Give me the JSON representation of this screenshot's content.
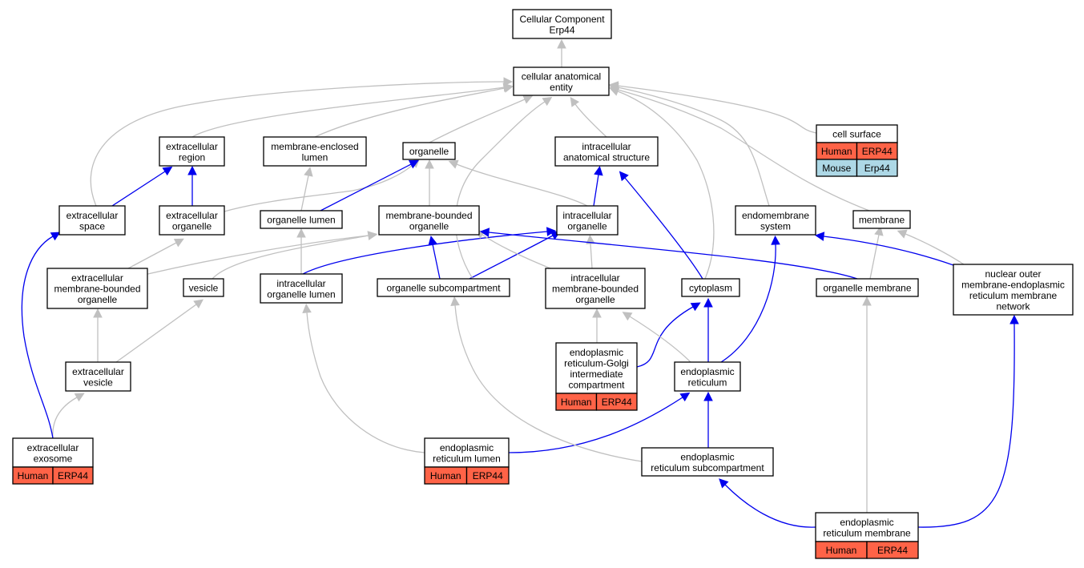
{
  "colors": {
    "is_a": "#c0c0c0",
    "part_of": "#0000ee",
    "human": "#ff6347",
    "mouse": "#add8e6"
  },
  "nodes": {
    "root": {
      "lines": [
        "Cellular Component",
        "Erp44"
      ]
    },
    "cae": {
      "lines": [
        "cellular anatomical",
        "entity"
      ]
    },
    "extreg": {
      "lines": [
        "extracellular",
        "region"
      ]
    },
    "mel": {
      "lines": [
        "membrane-enclosed",
        "lumen"
      ]
    },
    "organelle": {
      "lines": [
        "organelle"
      ]
    },
    "ias": {
      "lines": [
        "intracellular",
        "anatomical structure"
      ]
    },
    "cellsurf": {
      "lines": [
        "cell surface"
      ],
      "annotations": [
        {
          "species": "Human",
          "gene": "ERP44",
          "color": "human"
        },
        {
          "species": "Mouse",
          "gene": "Erp44",
          "color": "mouse"
        }
      ]
    },
    "extspace": {
      "lines": [
        "extracellular",
        "space"
      ]
    },
    "extorg": {
      "lines": [
        "extracellular",
        "organelle"
      ]
    },
    "orglumen": {
      "lines": [
        "organelle lumen"
      ]
    },
    "mbo": {
      "lines": [
        "membrane-bounded",
        "organelle"
      ]
    },
    "intorg": {
      "lines": [
        "intracellular",
        "organelle"
      ]
    },
    "endosys": {
      "lines": [
        "endomembrane",
        "system"
      ]
    },
    "membrane": {
      "lines": [
        "membrane"
      ]
    },
    "extmbo": {
      "lines": [
        "extracellular",
        "membrane-bounded",
        "organelle"
      ]
    },
    "vesicle": {
      "lines": [
        "vesicle"
      ]
    },
    "intol": {
      "lines": [
        "intracellular",
        "organelle lumen"
      ]
    },
    "orgsub": {
      "lines": [
        "organelle subcompartment"
      ]
    },
    "intmbo": {
      "lines": [
        "intracellular",
        "membrane-bounded",
        "organelle"
      ]
    },
    "cytoplasm": {
      "lines": [
        "cytoplasm"
      ]
    },
    "orgmem": {
      "lines": [
        "organelle membrane"
      ]
    },
    "nomer": {
      "lines": [
        "nuclear outer",
        "membrane-endoplasmic",
        "reticulum membrane",
        "network"
      ]
    },
    "ergic": {
      "lines": [
        "endoplasmic",
        "reticulum-Golgi",
        "intermediate",
        "compartment"
      ],
      "annotations": [
        {
          "species": "Human",
          "gene": "ERP44",
          "color": "human"
        }
      ]
    },
    "extves": {
      "lines": [
        "extracellular",
        "vesicle"
      ]
    },
    "er": {
      "lines": [
        "endoplasmic",
        "reticulum"
      ]
    },
    "exo": {
      "lines": [
        "extracellular",
        "exosome"
      ],
      "annotations": [
        {
          "species": "Human",
          "gene": "ERP44",
          "color": "human"
        }
      ]
    },
    "erlumen": {
      "lines": [
        "endoplasmic",
        "reticulum lumen"
      ],
      "annotations": [
        {
          "species": "Human",
          "gene": "ERP44",
          "color": "human"
        }
      ]
    },
    "ersub": {
      "lines": [
        "endoplasmic",
        "reticulum subcompartment"
      ]
    },
    "ermem": {
      "lines": [
        "endoplasmic",
        "reticulum membrane"
      ],
      "annotations": [
        {
          "species": "Human",
          "gene": "ERP44",
          "color": "human"
        }
      ]
    }
  },
  "edges": [
    {
      "from": "cae",
      "to": "root",
      "type": "is_a"
    },
    {
      "from": "extreg",
      "to": "cae",
      "type": "is_a"
    },
    {
      "from": "mel",
      "to": "cae",
      "type": "is_a"
    },
    {
      "from": "organelle",
      "to": "cae",
      "type": "is_a"
    },
    {
      "from": "ias",
      "to": "cae",
      "type": "is_a"
    },
    {
      "from": "cellsurf",
      "to": "cae",
      "type": "is_a"
    },
    {
      "from": "extspace",
      "to": "cae",
      "type": "is_a"
    },
    {
      "from": "extspace",
      "to": "extreg",
      "type": "part_of"
    },
    {
      "from": "extorg",
      "to": "extreg",
      "type": "part_of"
    },
    {
      "from": "extorg",
      "to": "organelle",
      "type": "is_a"
    },
    {
      "from": "orglumen",
      "to": "mel",
      "type": "is_a"
    },
    {
      "from": "orglumen",
      "to": "organelle",
      "type": "part_of"
    },
    {
      "from": "mbo",
      "to": "organelle",
      "type": "is_a"
    },
    {
      "from": "intorg",
      "to": "organelle",
      "type": "is_a"
    },
    {
      "from": "intorg",
      "to": "ias",
      "type": "part_of"
    },
    {
      "from": "endosys",
      "to": "cae",
      "type": "is_a"
    },
    {
      "from": "membrane",
      "to": "cae",
      "type": "is_a"
    },
    {
      "from": "extmbo",
      "to": "extorg",
      "type": "is_a"
    },
    {
      "from": "extmbo",
      "to": "mbo",
      "type": "is_a"
    },
    {
      "from": "vesicle",
      "to": "mbo",
      "type": "is_a"
    },
    {
      "from": "intol",
      "to": "orglumen",
      "type": "is_a"
    },
    {
      "from": "intol",
      "to": "intorg",
      "type": "part_of"
    },
    {
      "from": "orgsub",
      "to": "mbo",
      "type": "part_of"
    },
    {
      "from": "orgsub",
      "to": "intorg",
      "type": "part_of"
    },
    {
      "from": "orgsub",
      "to": "cae",
      "type": "is_a"
    },
    {
      "from": "intmbo",
      "to": "mbo",
      "type": "is_a"
    },
    {
      "from": "intmbo",
      "to": "intorg",
      "type": "is_a"
    },
    {
      "from": "cytoplasm",
      "to": "ias",
      "type": "part_of"
    },
    {
      "from": "cytoplasm",
      "to": "cae",
      "type": "is_a"
    },
    {
      "from": "orgmem",
      "to": "membrane",
      "type": "is_a"
    },
    {
      "from": "orgmem",
      "to": "mbo",
      "type": "part_of"
    },
    {
      "from": "nomer",
      "to": "membrane",
      "type": "is_a"
    },
    {
      "from": "nomer",
      "to": "endosys",
      "type": "part_of"
    },
    {
      "from": "ergic",
      "to": "intmbo",
      "type": "is_a"
    },
    {
      "from": "ergic",
      "to": "cytoplasm",
      "type": "part_of"
    },
    {
      "from": "extves",
      "to": "extmbo",
      "type": "is_a"
    },
    {
      "from": "extves",
      "to": "vesicle",
      "type": "is_a"
    },
    {
      "from": "er",
      "to": "intmbo",
      "type": "is_a"
    },
    {
      "from": "er",
      "to": "cytoplasm",
      "type": "part_of"
    },
    {
      "from": "er",
      "to": "endosys",
      "type": "part_of"
    },
    {
      "from": "exo",
      "to": "extves",
      "type": "is_a"
    },
    {
      "from": "exo",
      "to": "extspace",
      "type": "part_of"
    },
    {
      "from": "erlumen",
      "to": "intol",
      "type": "is_a"
    },
    {
      "from": "erlumen",
      "to": "er",
      "type": "part_of"
    },
    {
      "from": "ersub",
      "to": "orgsub",
      "type": "is_a"
    },
    {
      "from": "ersub",
      "to": "er",
      "type": "part_of"
    },
    {
      "from": "ermem",
      "to": "orgmem",
      "type": "is_a"
    },
    {
      "from": "ermem",
      "to": "ersub",
      "type": "part_of"
    },
    {
      "from": "ermem",
      "to": "nomer",
      "type": "part_of"
    }
  ]
}
